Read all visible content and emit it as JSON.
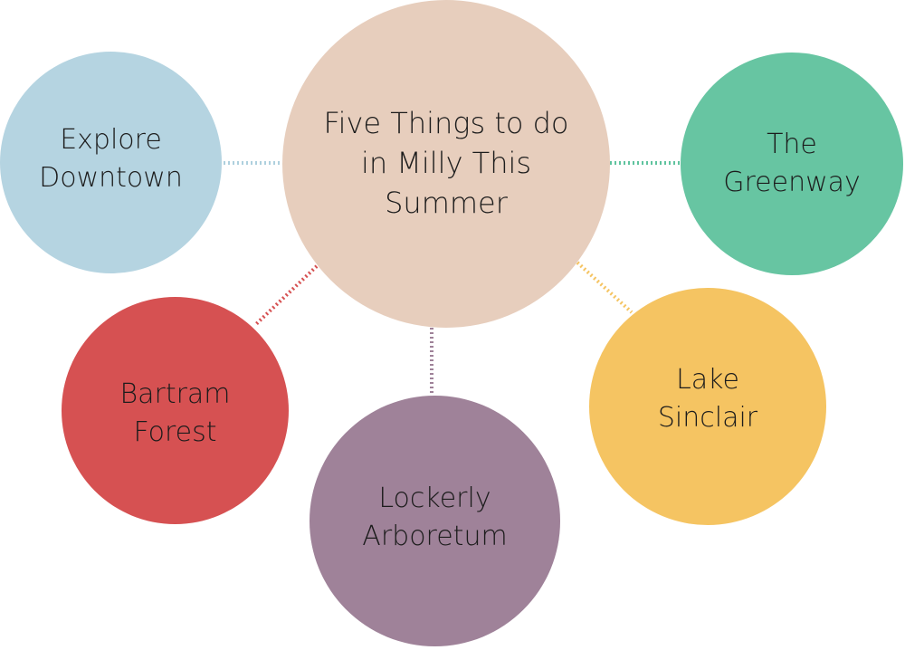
{
  "center": {
    "lines": [
      "Five Things to do",
      "in Milly This",
      "Summer"
    ],
    "color": "#e7cebd"
  },
  "items": [
    {
      "id": "explore",
      "lines": [
        "Explore",
        "Downtown"
      ],
      "color": "#b5d4e1",
      "connector_color": "#aed0de"
    },
    {
      "id": "greenway",
      "lines": [
        "The",
        "Greenway"
      ],
      "color": "#67c5a2",
      "connector_color": "#5fc39e"
    },
    {
      "id": "bartram",
      "lines": [
        "Bartram",
        "Forest"
      ],
      "color": "#d65152",
      "connector_color": "#d65152"
    },
    {
      "id": "lockerly",
      "lines": [
        "Lockerly",
        "Arboretum"
      ],
      "color": "#9f8299",
      "connector_color": "#9f8299"
    },
    {
      "id": "lake",
      "lines": [
        "Lake",
        "Sinclair"
      ],
      "color": "#f5c462",
      "connector_color": "#f5c462"
    }
  ]
}
